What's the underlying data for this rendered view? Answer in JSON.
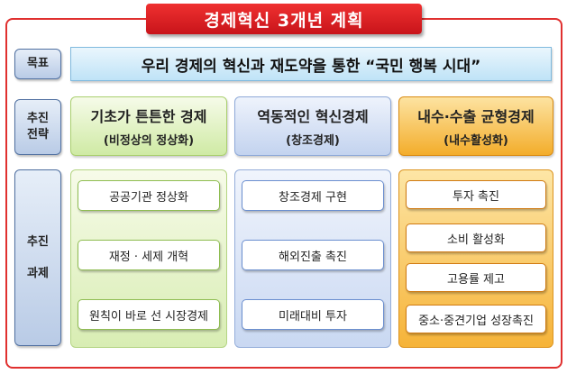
{
  "title": "경제혁신 3개년 계획",
  "labels": {
    "goal": "목표",
    "strategy": "추진\n전략",
    "tasks": "추진\n\n과제"
  },
  "goal": "우리 경제의 혁신과 재도약을 통한 “국민 행복 시대”",
  "strategies": [
    {
      "main": "기초가 튼튼한 경제",
      "sub": "(비정상의 정상화)"
    },
    {
      "main": "역동적인 혁신경제",
      "sub": "(창조경제)"
    },
    {
      "main": "내수·수출 균형경제",
      "sub": "(내수활성화)"
    }
  ],
  "tasks": [
    [
      "공공기관 정상화",
      "재정 · 세제 개혁",
      "원칙이 바로 선 시장경제"
    ],
    [
      "창조경제 구현",
      "해외진출 촉진",
      "미래대비 투자"
    ],
    [
      "투자 촉진",
      "소비 활성화",
      "고용률 제고",
      "중소·중견기업 성장촉진"
    ]
  ],
  "colors": {
    "title_bg": "#d91c22",
    "frame": "#e0302f",
    "column_green": "#d8edb3",
    "column_blue": "#c9d8f2",
    "column_orange": "#f6b338"
  }
}
